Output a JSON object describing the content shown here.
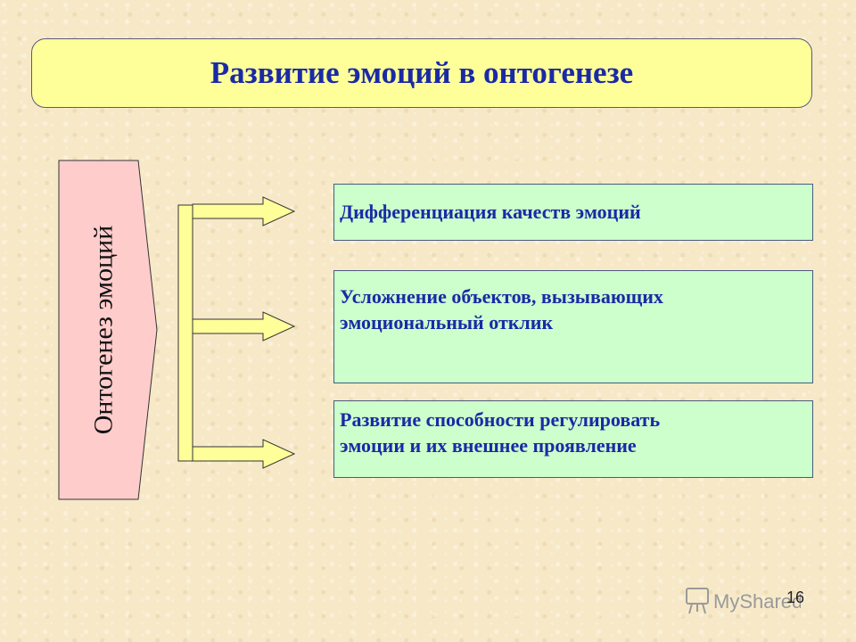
{
  "title": "Развитие эмоций в онтогенезе",
  "side_label": "Онтогенез эмоций",
  "items": [
    {
      "lines": [
        "Дифференциация  качеств эмоций"
      ]
    },
    {
      "lines": [
        "Усложнение объектов, вызывающих",
        "эмоциональный отклик"
      ]
    },
    {
      "lines": [
        "Развитие способности регулировать",
        "эмоции и их внешнее проявление"
      ]
    }
  ],
  "page_number": "16",
  "watermark": "MyShared",
  "colors": {
    "title_fill": "#ffff99",
    "title_text": "#1a2aa6",
    "side_fill": "#ffcccc",
    "box_fill": "#ccffcc",
    "arrow_fill": "#ffff99",
    "background": "#f7e9c8"
  }
}
